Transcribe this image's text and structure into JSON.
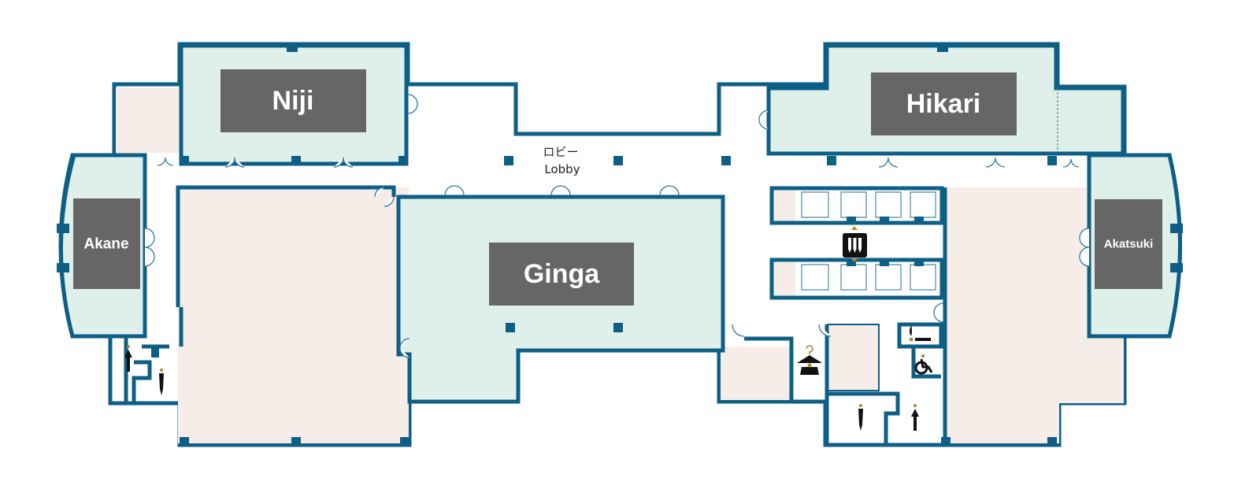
{
  "rooms": {
    "niji": "Niji",
    "hikari": "Hikari",
    "ginga": "Ginga",
    "akane": "Akane",
    "akatsuki": "Akatsuki"
  },
  "lobby": {
    "ja": "ロビー",
    "en": "Lobby"
  },
  "icons": [
    "elevator-icon",
    "cloakroom-icon",
    "smoking-area-icon",
    "accessible-restroom-icon",
    "mens-restroom-icon",
    "womens-restroom-icon"
  ],
  "colors": {
    "wall": "#0e5f86",
    "meeting_room": "#dff0ea",
    "other_room": "#f6ede9",
    "label": "#666666"
  }
}
